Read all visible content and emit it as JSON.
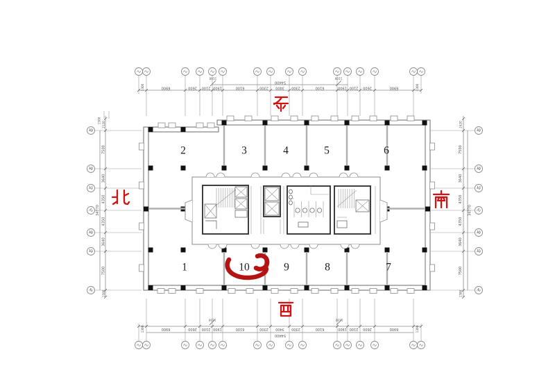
{
  "plan": {
    "rooms_top": [
      "2",
      "3",
      "4",
      "5",
      "6"
    ],
    "rooms_bottom": [
      "1",
      "10",
      "9",
      "8",
      "7"
    ],
    "marked_room": "10"
  },
  "directions": {
    "east": "东",
    "west": "西",
    "north": "北",
    "south": "南"
  },
  "dims": {
    "h_segments": [
      "6900",
      "2600",
      "2100",
      "1900",
      "6100",
      "2300",
      "3400",
      "2300",
      "6100",
      "1900",
      "2100",
      "2600",
      "6900"
    ],
    "h_end_left": "1300",
    "h_end_right": "1300",
    "h_overall": "54400",
    "h_inset_left": "1100",
    "h_inset_right": "1100",
    "v_left_segments": [
      "2120",
      "7500",
      "3640",
      "4350",
      "4350",
      "3640",
      "7500",
      "1500"
    ],
    "v_right_segments": [
      "2420",
      "7500",
      "3640",
      "4350",
      "4350",
      "3640",
      "7500",
      "1380"
    ],
    "v_overall_left": "34770",
    "v_overall_right": "34770",
    "v_top_left_extra": "1500"
  },
  "grid": {
    "side_bubble_labels": [
      "19",
      "18",
      "17",
      "7",
      "16",
      "15",
      "5"
    ]
  },
  "colors": {
    "annotation_red": "#d21212",
    "marker_red": "#b31313",
    "line_gray": "#8a8a8a"
  }
}
